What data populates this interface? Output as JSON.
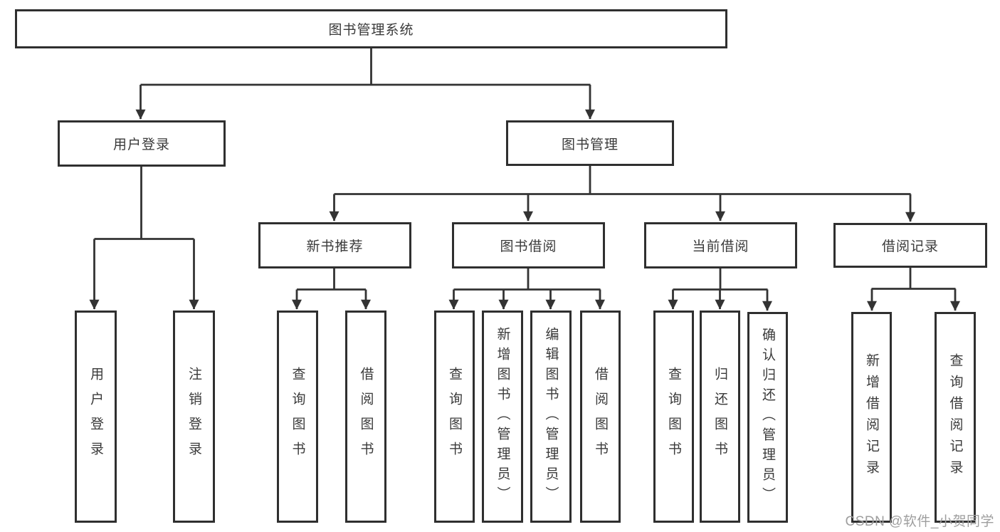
{
  "diagram": {
    "root": {
      "label": "图书管理系统"
    },
    "level2": {
      "user_login": {
        "label": "用户登录"
      },
      "book_management": {
        "label": "图书管理"
      }
    },
    "level3": {
      "new_book_recommend": {
        "label": "新书推荐"
      },
      "book_borrow": {
        "label": "图书借阅"
      },
      "current_borrow": {
        "label": "当前借阅"
      },
      "borrow_records": {
        "label": "借阅记录"
      }
    },
    "leaves": {
      "user_login": [
        "用户登录",
        "注销登录"
      ],
      "new_book_recommend": [
        "查询图书",
        "借阅图书"
      ],
      "book_borrow": [
        "查询图书",
        "新增图书（管理员）",
        "编辑图书（管理员）",
        "借阅图书"
      ],
      "current_borrow": [
        "查询图书",
        "归还图书",
        "确认归还（管理员）"
      ],
      "borrow_records": [
        "新增借阅记录",
        "查询借阅记录"
      ]
    }
  },
  "watermark": "CSDN @软件_小贺同学",
  "colors": {
    "line": "#333333",
    "box_border": "#2f2f2f",
    "text": "#3a3a3a",
    "watermark": "#9e9e9e",
    "background": "#ffffff"
  }
}
